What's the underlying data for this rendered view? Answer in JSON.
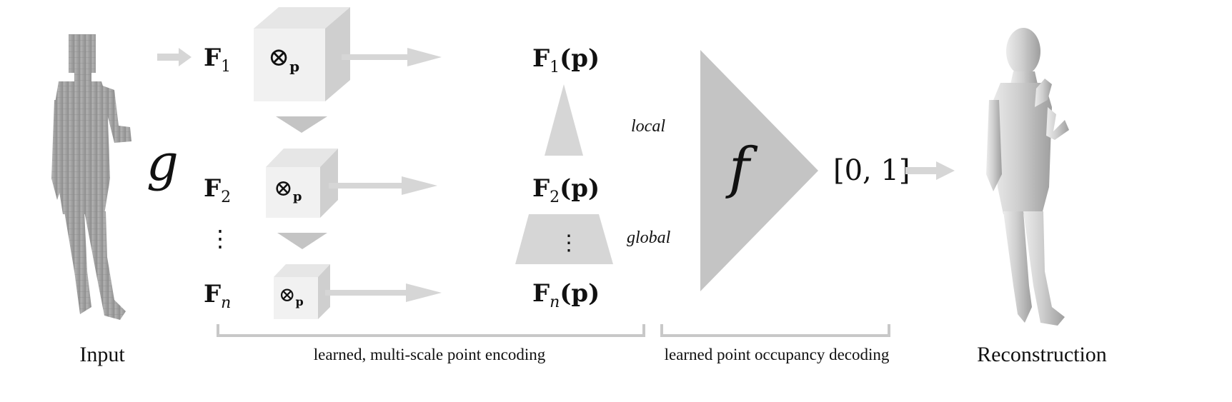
{
  "input_label": "Input",
  "reconstruction_label": "Reconstruction",
  "encoder_symbol": "g",
  "decoder_symbol": "f",
  "output_range": "[0, 1]",
  "features": [
    {
      "base": "F",
      "sub": "1",
      "op": "⊗",
      "op_sub": "p",
      "sampled": "F",
      "sampled_sub": "1",
      "sampled_arg": "(p)"
    },
    {
      "base": "F",
      "sub": "2",
      "op": "⊗",
      "op_sub": "p",
      "sampled": "F",
      "sampled_sub": "2",
      "sampled_arg": "(p)"
    },
    {
      "base": "F",
      "sub": "n",
      "op": "⊗",
      "op_sub": "p",
      "sampled": "F",
      "sampled_sub": "n",
      "sampled_arg": "(p)"
    }
  ],
  "ellipsis": "⋮",
  "local_label": "local",
  "global_label": "global",
  "encoding_caption": "learned, multi-scale point encoding",
  "decoding_caption": "learned point occupancy decoding",
  "colors": {
    "arrow": "#d6d6d6",
    "shape": "#c4c4c4",
    "shape_light": "#d6d6d6",
    "cube_front": "#f1f1f1",
    "cube_top": "#e6e6e6",
    "cube_side": "#cfcfcf",
    "bracket": "#c8c8c8",
    "figure": "#a9a9a9"
  }
}
